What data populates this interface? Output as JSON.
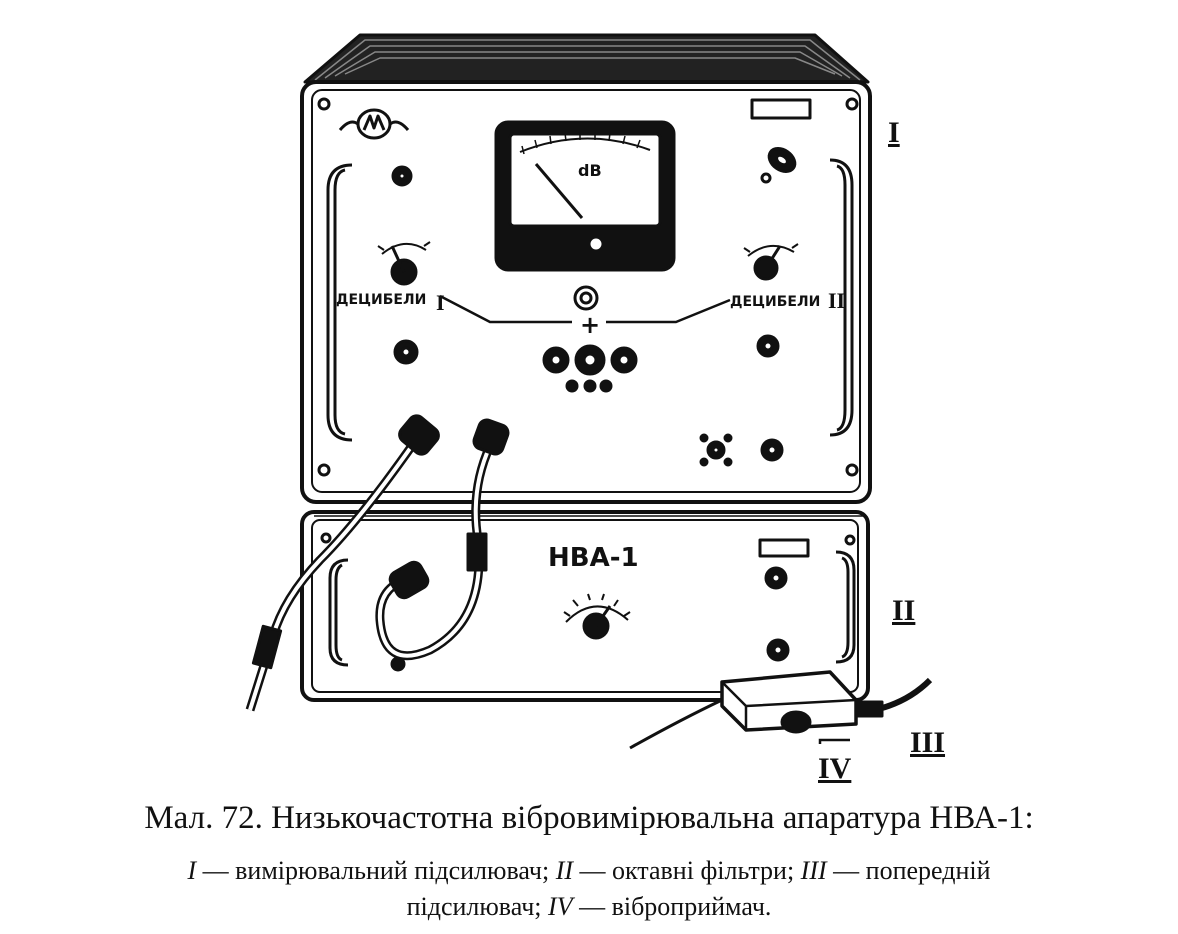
{
  "figure": {
    "meter_unit": "dB",
    "device_model": "НВА-1",
    "knob_label_left": "ДЕЦИБЕЛИ",
    "knob_label_left_mark": "I",
    "knob_label_right": "ДЕЦИБЕЛИ",
    "knob_label_right_mark": "II",
    "plus_sign": "+",
    "marks": {
      "I": "I",
      "II": "II",
      "III": "III",
      "IV": "IV"
    }
  },
  "caption": {
    "title": "Мал. 72. Низькочастотна вібровимірювальна апаратура НВА-1:",
    "line2_parts": [
      {
        "roman": "I",
        "text": " — вимірювальний підсилювач; "
      },
      {
        "roman": "II",
        "text": " — октавні фільтри; "
      },
      {
        "roman": "III",
        "text": " — попередній"
      }
    ],
    "line3_parts": [
      {
        "roman": "",
        "text": "підсилювач; "
      },
      {
        "roman": "IV",
        "text": " — віброприймач."
      }
    ]
  },
  "colors": {
    "ink": "#111111",
    "paper": "#ffffff"
  }
}
